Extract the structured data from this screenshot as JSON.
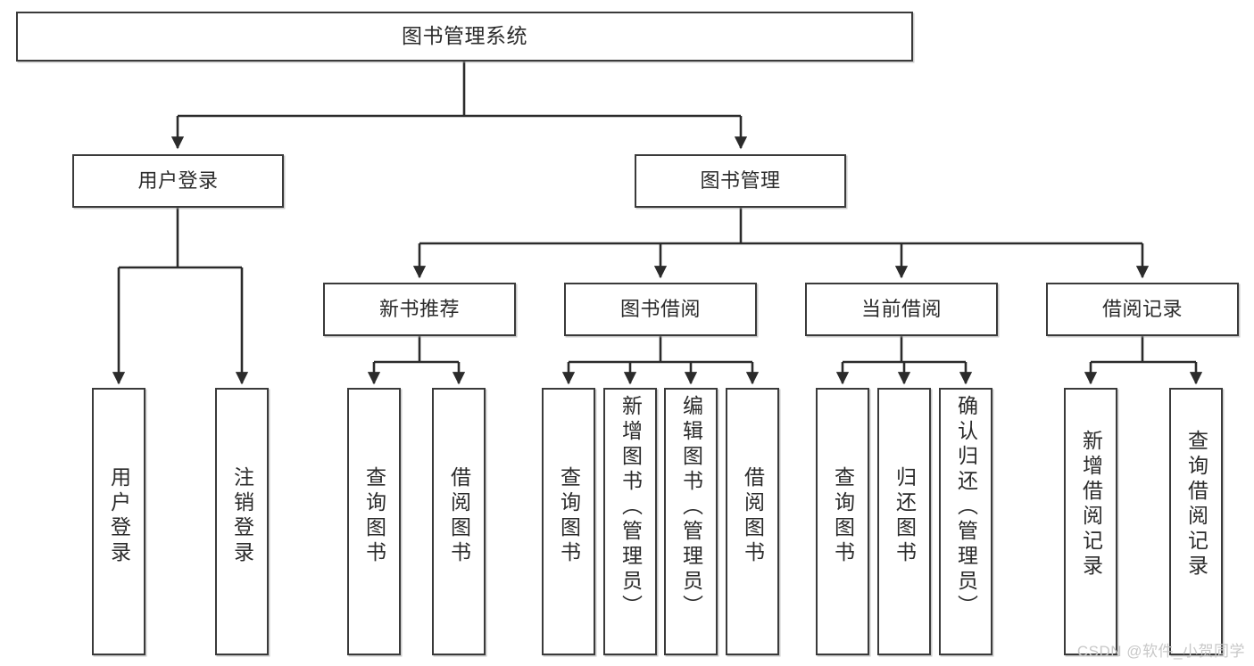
{
  "diagram": {
    "title": "图书管理系统",
    "type": "hierarchy-tree",
    "theme": {
      "background": "#ffffff",
      "border": "#3a3a3a",
      "text": "#2b2b2b",
      "connector": "#2b2b2b",
      "watermark": "#c8c8c8"
    },
    "levels": {
      "root": {
        "label": "图书管理系统"
      },
      "level2": [
        {
          "label": "用户登录"
        },
        {
          "label": "图书管理"
        }
      ],
      "level3": [
        {
          "label": "新书推荐"
        },
        {
          "label": "图书借阅"
        },
        {
          "label": "当前借阅"
        },
        {
          "label": "借阅记录"
        }
      ],
      "leaves": {
        "user_login": [
          {
            "label": "用户登录"
          },
          {
            "label": "注销登录"
          }
        ],
        "new_book_recommend": [
          {
            "label": "查询图书"
          },
          {
            "label": "借阅图书"
          }
        ],
        "book_borrow": [
          {
            "label": "查询图书"
          },
          {
            "label": "新增图书（管理员）"
          },
          {
            "label": "编辑图书（管理员）"
          },
          {
            "label": "借阅图书"
          }
        ],
        "current_borrow": [
          {
            "label": "查询图书"
          },
          {
            "label": "归还图书"
          },
          {
            "label": "确认归还（管理员）"
          }
        ],
        "borrow_records": [
          {
            "label": "新增借阅记录"
          },
          {
            "label": "查询借阅记录"
          }
        ]
      }
    }
  },
  "watermark": {
    "text": "CSDN @软件_小贺同学"
  }
}
